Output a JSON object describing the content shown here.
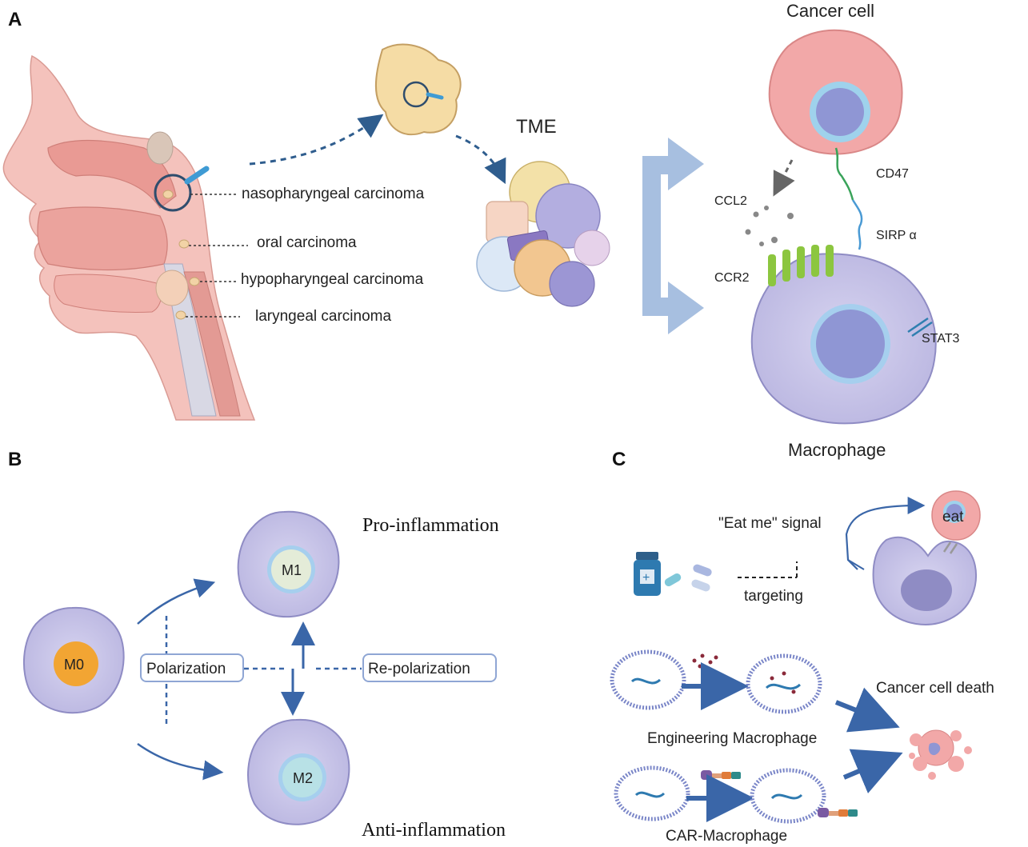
{
  "panels": {
    "a": {
      "letter": "A",
      "sites": [
        "nasopharyngeal carcinoma",
        "oral carcinoma",
        "hypopharyngeal carcinoma",
        "laryngeal carcinoma"
      ],
      "tme": "TME",
      "cancer_cell": "Cancer cell",
      "macrophage": "Macrophage",
      "molecules": {
        "ccl2": "CCL2",
        "ccr2": "CCR2",
        "cd47": "CD47",
        "sirpa": "SIRP α",
        "stat3": "STAT3"
      }
    },
    "b": {
      "letter": "B",
      "pro": "Pro-inflammation",
      "anti": "Anti-inflammation",
      "m0": "M0",
      "m1": "M1",
      "m2": "M2",
      "polarization": "Polarization",
      "repolarization": "Re-polarization"
    },
    "c": {
      "letter": "C",
      "eat_me": "\"Eat me\" signal",
      "eat": "eat",
      "targeting": "targeting",
      "engineering": "Engineering Macrophage",
      "car": "CAR-Macrophage",
      "death": "Cancer cell death"
    }
  },
  "colors": {
    "macrophage_fill": "#c9c6e8",
    "macrophage_stroke": "#8f8cc4",
    "nucleus": "#8f96d4",
    "cancer_fill": "#f2a8a8",
    "arrow_blue": "#3a66a8",
    "m0_orange": "#f2a533",
    "tissue_pink": "#f0b5b0"
  }
}
